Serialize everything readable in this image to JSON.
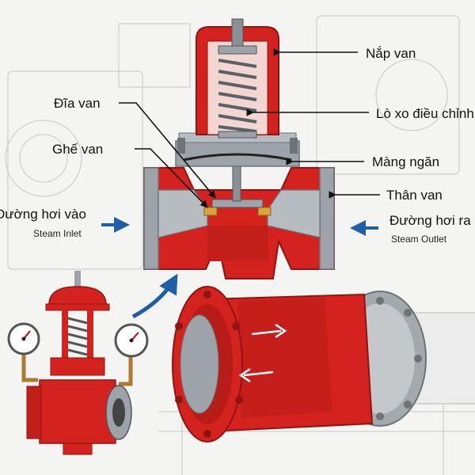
{
  "labels": {
    "bonnet": "Nắp van",
    "disc": "Đĩa van",
    "spring": "Lò xo điều chỉnh",
    "seat": "Ghế van",
    "diaphragm": "Màng ngăn",
    "body": "Thân van",
    "inlet": "Đường hơi vào",
    "inlet_en": "Steam Inlet",
    "outlet": "Đường hơi ra",
    "outlet_en": "Steam Outlet"
  },
  "colors": {
    "valve_red": "#d4231f",
    "dark_red": "#8e1512",
    "steel_gray": "#9da3a8",
    "brass": "#d9a53a",
    "arrow_blue": "#1f5fa8"
  }
}
